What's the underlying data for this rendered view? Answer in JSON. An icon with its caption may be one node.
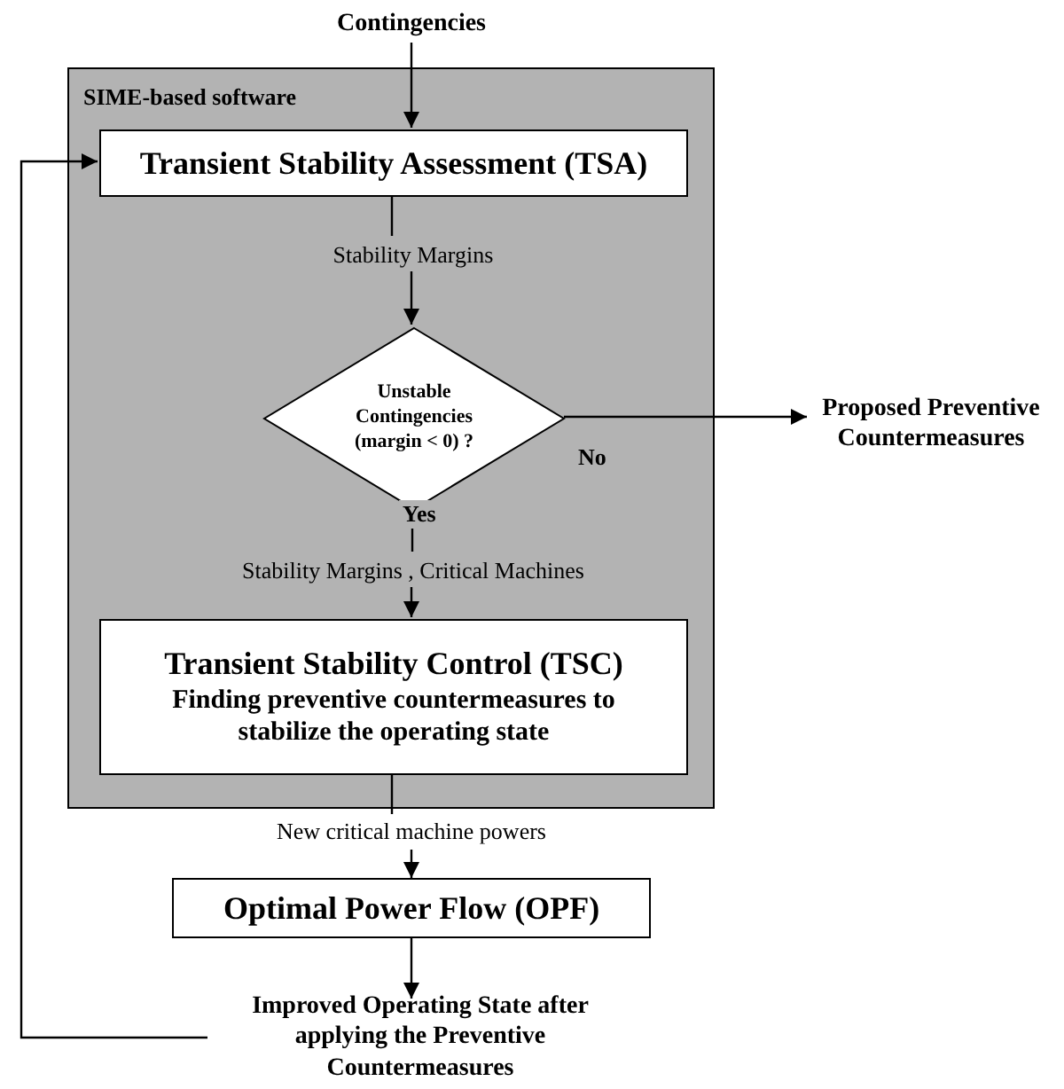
{
  "diagram": {
    "nodes": [
      {
        "text": [
          "Contingencies"
        ]
      },
      {
        "text": [
          "SIME-based software"
        ]
      },
      {
        "text": [
          "Transient Stability Assessment (TSA)"
        ],
        "in": 1
      },
      {
        "text": [
          "Stability Margins"
        ],
        "in": 1
      },
      {
        "text": [
          "Unstable Contingencies (margin < 0) ?"
        ],
        "in": 1
      },
      {
        "text": [
          "Proposed Preventive Countermeasures"
        ]
      },
      {
        "text": [
          "Stability Margins , Critical Machines"
        ],
        "in": 1
      },
      {
        "text": [
          "Transient Stability Control (TSC)",
          "Finding preventive countermeasures to stabilize the operating state"
        ],
        "in": 1
      },
      {
        "text": [
          "New critical machine powers"
        ]
      },
      {
        "text": [
          "Optimal Power Flow (OPF)"
        ]
      },
      {
        "text": [
          "Improved Operating State after applying the Preventive Countermeasures"
        ]
      }
    ],
    "edges": [
      {
        "from": 0,
        "to": 2,
        "arrow": "to"
      },
      {
        "from": 2,
        "to": 3,
        "arrow": "none"
      },
      {
        "from": 3,
        "to": 4,
        "arrow": "to"
      },
      {
        "from": 4,
        "to": 5,
        "arrow": "to",
        "label": "No"
      },
      {
        "from": 4,
        "to": 6,
        "arrow": "none",
        "label": "Yes"
      },
      {
        "from": 6,
        "to": 7,
        "arrow": "to"
      },
      {
        "from": 7,
        "to": 8,
        "arrow": "none"
      },
      {
        "from": 8,
        "to": 9,
        "arrow": "to"
      },
      {
        "from": 9,
        "to": 10,
        "arrow": "to"
      },
      {
        "from": 10,
        "to": 2,
        "arrow": "to"
      }
    ]
  }
}
